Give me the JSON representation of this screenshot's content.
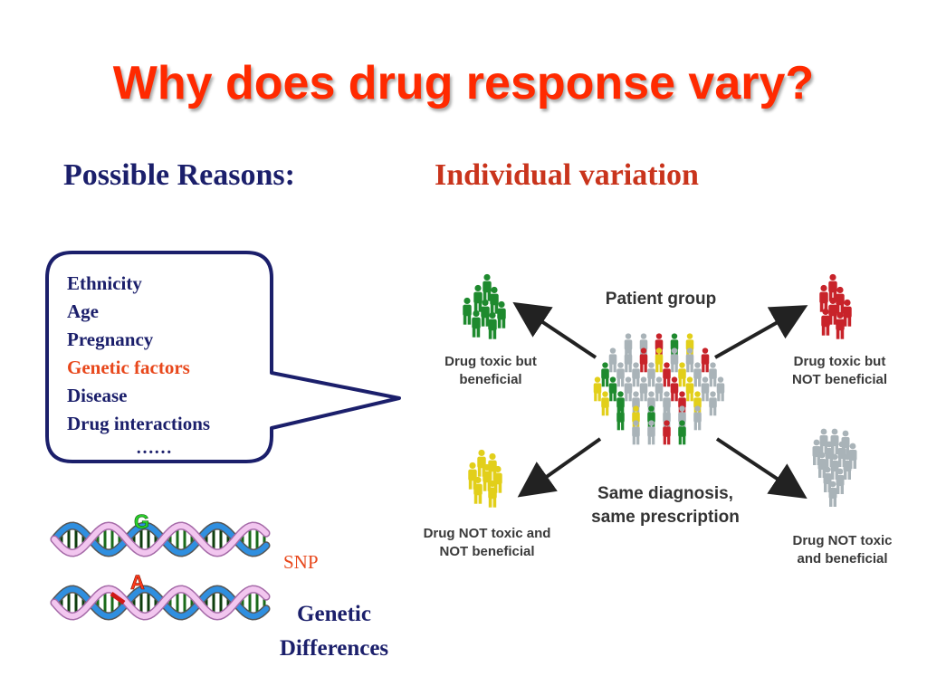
{
  "title": "Why does drug response vary?",
  "subheads": {
    "possible": "Possible Reasons:",
    "individual": "Individual variation"
  },
  "reasons": [
    "Ethnicity",
    "Age",
    "Pregnancy",
    "Genetic factors",
    "Disease",
    "Drug interactions"
  ],
  "reasons_ellipsis": "……",
  "dna": {
    "allele_top": "G",
    "allele_bottom": "A",
    "snp": "SNP",
    "caption_line1": "Genetic",
    "caption_line2": "Differences"
  },
  "diagram": {
    "patient_group": "Patient group",
    "center_line1": "Same diagnosis,",
    "center_line2": "same prescription",
    "top_left": [
      "Drug toxic but",
      "beneficial"
    ],
    "top_right": [
      "Drug toxic but",
      "NOT beneficial"
    ],
    "bottom_left": [
      "Drug NOT toxic and",
      "NOT beneficial"
    ],
    "bottom_right": [
      "Drug NOT toxic",
      "and beneficial"
    ]
  },
  "colors": {
    "title": "#ff2a00",
    "navy": "#1b1f6b",
    "accent": "#e8481c",
    "green": "#1e8a2e",
    "red": "#c8232a",
    "yellow": "#e2cf1a",
    "grey": "#a9b3b8"
  }
}
